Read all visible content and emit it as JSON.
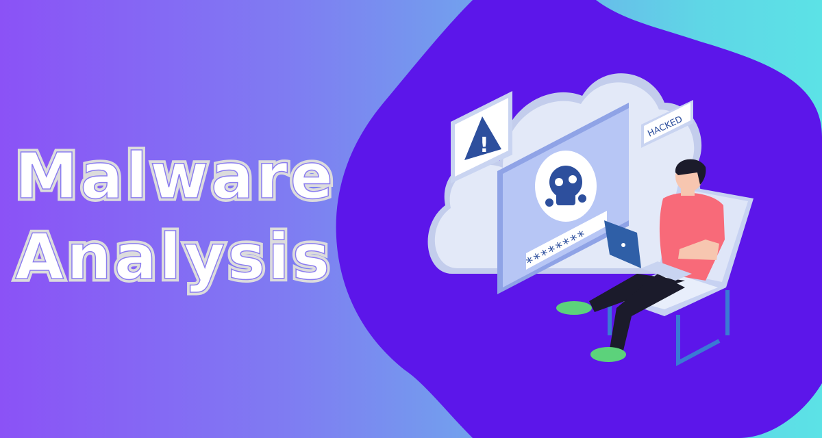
{
  "banner": {
    "title_line1": "Malware",
    "title_line2": "Analysis",
    "hacked_tag": "HACKED",
    "password_mask": "********",
    "warning_symbol": "!"
  },
  "colors": {
    "gradient_left": "#8b52f6",
    "gradient_right": "#5ce2e6",
    "blob": "#5c16ea",
    "title": "#dcdcdc",
    "cloud": "#dfe6f7",
    "panel": "#aebff3",
    "skull_bg": "#ffffff",
    "skull": "#2d4f9d",
    "shirt": "#f86a79",
    "pants": "#1b1b2b",
    "shoes": "#5cd27b",
    "laptop": "#2f5fa7"
  },
  "icons": [
    "warning-icon",
    "skull-icon"
  ]
}
